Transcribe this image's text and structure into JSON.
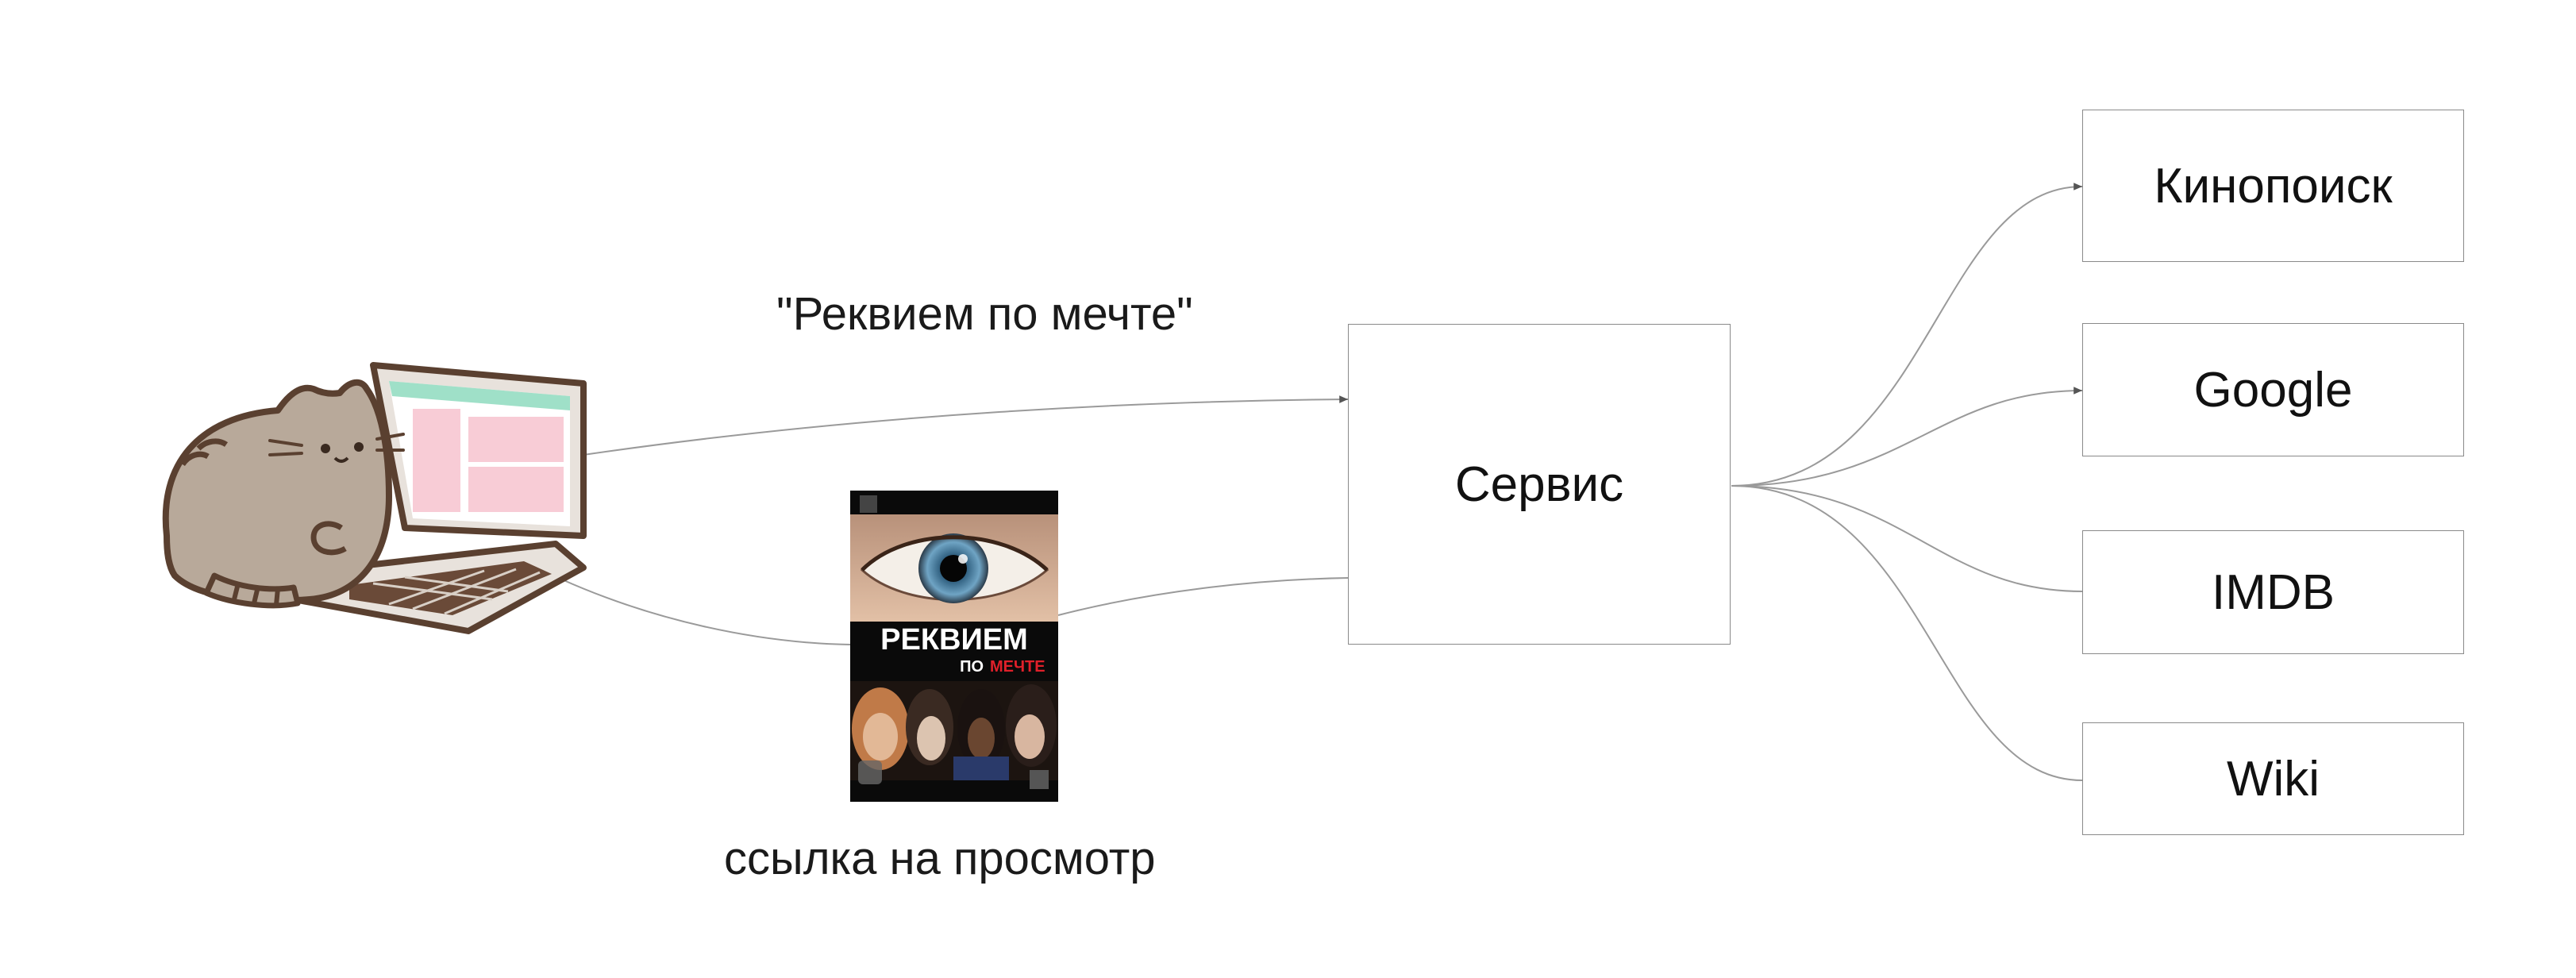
{
  "diagram": {
    "query_label": "\"Реквием по мечте\"",
    "link_label": "ссылка на просмотр",
    "service": "Сервис",
    "sources": {
      "kinopoisk": "Кинопоиск",
      "google": "Google",
      "imdb": "IMDB",
      "wiki": "Wiki"
    }
  },
  "poster": {
    "title_line1": "РЕКВИЕМ",
    "title_line2_a": "ПО",
    "title_line2_b": "МЕЧТЕ"
  },
  "colors": {
    "line": "#9a9a9a",
    "cat_fur": "#b8a99a",
    "cat_outline": "#5a4030",
    "screen_header": "#9fe0c8",
    "screen_panel": "#f8ccd6",
    "poster_red": "#e0202a"
  }
}
